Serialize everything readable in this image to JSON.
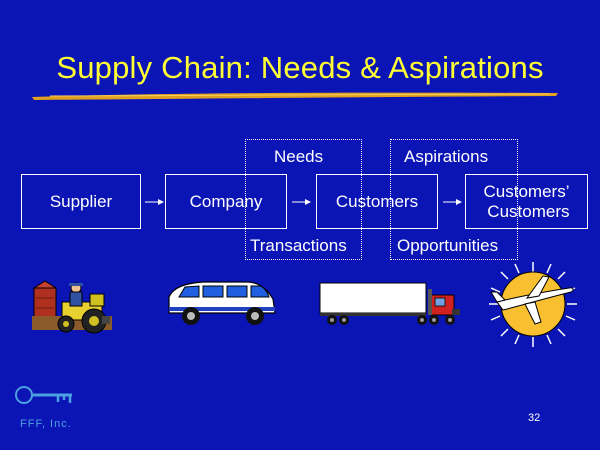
{
  "slide": {
    "title": "Supply Chain: Needs & Aspirations",
    "page_number": "32",
    "colors": {
      "background": "#0b14b4",
      "title": "#ffff33",
      "underline": "#e0a020",
      "text": "#ffffff"
    }
  },
  "diagram": {
    "nodes": [
      {
        "id": "supplier",
        "label": "Supplier"
      },
      {
        "id": "company",
        "label": "Company"
      },
      {
        "id": "customers",
        "label": "Customers"
      },
      {
        "id": "customers_customers",
        "label_line1": "Customers’",
        "label_line2": "Customers"
      }
    ],
    "top_labels": {
      "needs": "Needs",
      "aspirations": "Aspirations"
    },
    "bottom_labels": {
      "transactions": "Transactions",
      "opportunities": "Opportunities"
    },
    "edges": [
      {
        "from": "supplier",
        "to": "company"
      },
      {
        "from": "company",
        "to": "customers"
      },
      {
        "from": "customers",
        "to": "customers_customers"
      }
    ]
  },
  "images": [
    {
      "name": "farmer-tractor-clipart"
    },
    {
      "name": "minivan-clipart"
    },
    {
      "name": "semi-truck-clipart"
    },
    {
      "name": "airplane-sun-clipart"
    }
  ],
  "logo": {
    "text": "FFF, Inc."
  }
}
